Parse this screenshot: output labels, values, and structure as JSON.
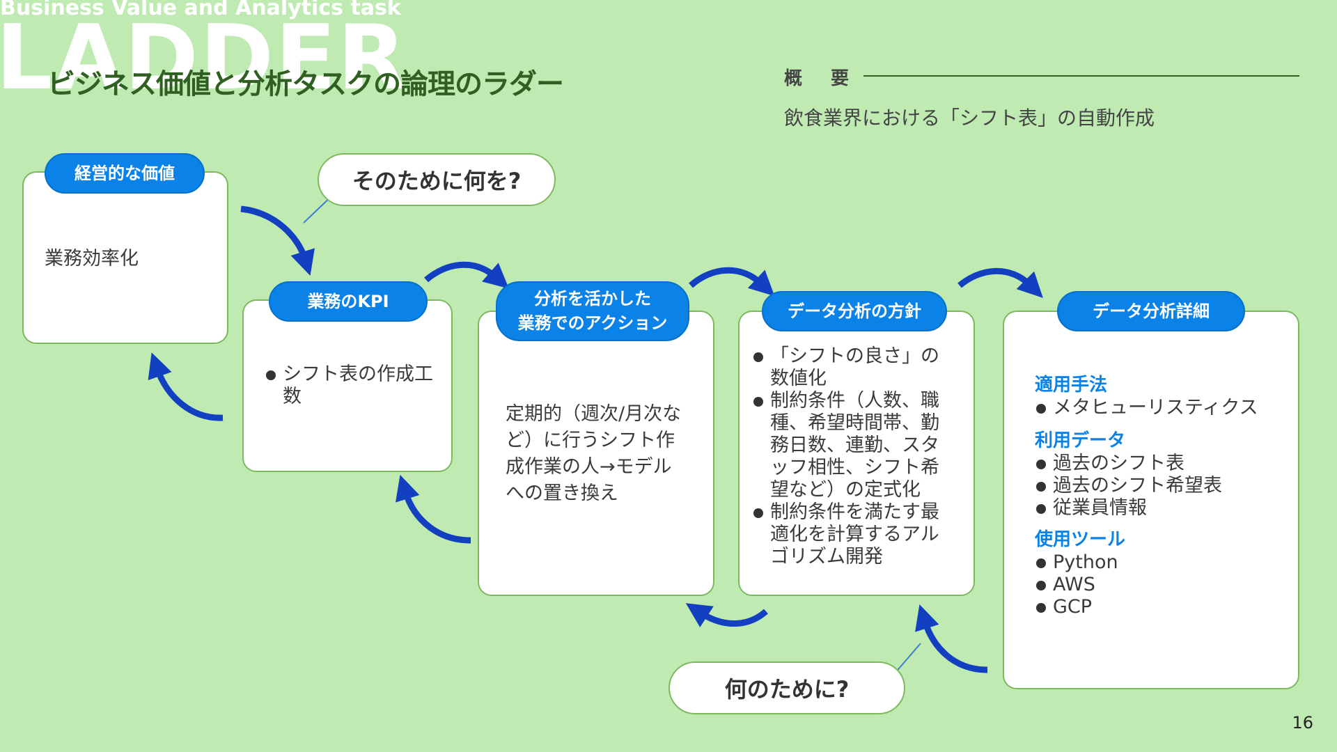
{
  "header": {
    "subtitle_en": "Business Value and Analytics task",
    "watermark": "LADDER",
    "title": "ビジネス価値と分析タスクの論理のラダー"
  },
  "overview": {
    "label": "概 要",
    "text": "飲食業界における「シフト表」の自動作成"
  },
  "questions": {
    "top": "そのために何を?",
    "bottom": "何のために?"
  },
  "steps": [
    {
      "label": "経営的な価値",
      "text": "業務効率化"
    },
    {
      "label": "業務のKPI",
      "bullets": [
        "シフト表の作成工数"
      ]
    },
    {
      "label_lines": [
        "分析を活かした",
        "業務でのアクション"
      ],
      "text": "定期的（週次/月次など）に行うシフト作成作業の人→モデルへの置き換え"
    },
    {
      "label": "データ分析の方針",
      "bullets": [
        "「シフトの良さ」の数値化",
        "制約条件（人数、職種、希望時間帯、勤務日数、連勤、スタッフ相性、シフト希望など）の定式化",
        "制約条件を満たす最適化を計算するアルゴリズム開発"
      ]
    },
    {
      "label": "データ分析詳細",
      "sections": [
        {
          "heading": "適用手法",
          "items": [
            "メタヒューリスティクス"
          ]
        },
        {
          "heading": "利用データ",
          "items": [
            "過去のシフト表",
            "過去のシフト希望表",
            "従業員情報"
          ]
        },
        {
          "heading": "使用ツール",
          "items": [
            "Python",
            "AWS",
            "GCP"
          ]
        }
      ]
    }
  ],
  "page_number": "16",
  "colors": {
    "background": "#bfebb3",
    "accent": "#0b82e8",
    "arrow": "#1340c0",
    "border": "#7cb95e",
    "title": "#2f5f21"
  }
}
